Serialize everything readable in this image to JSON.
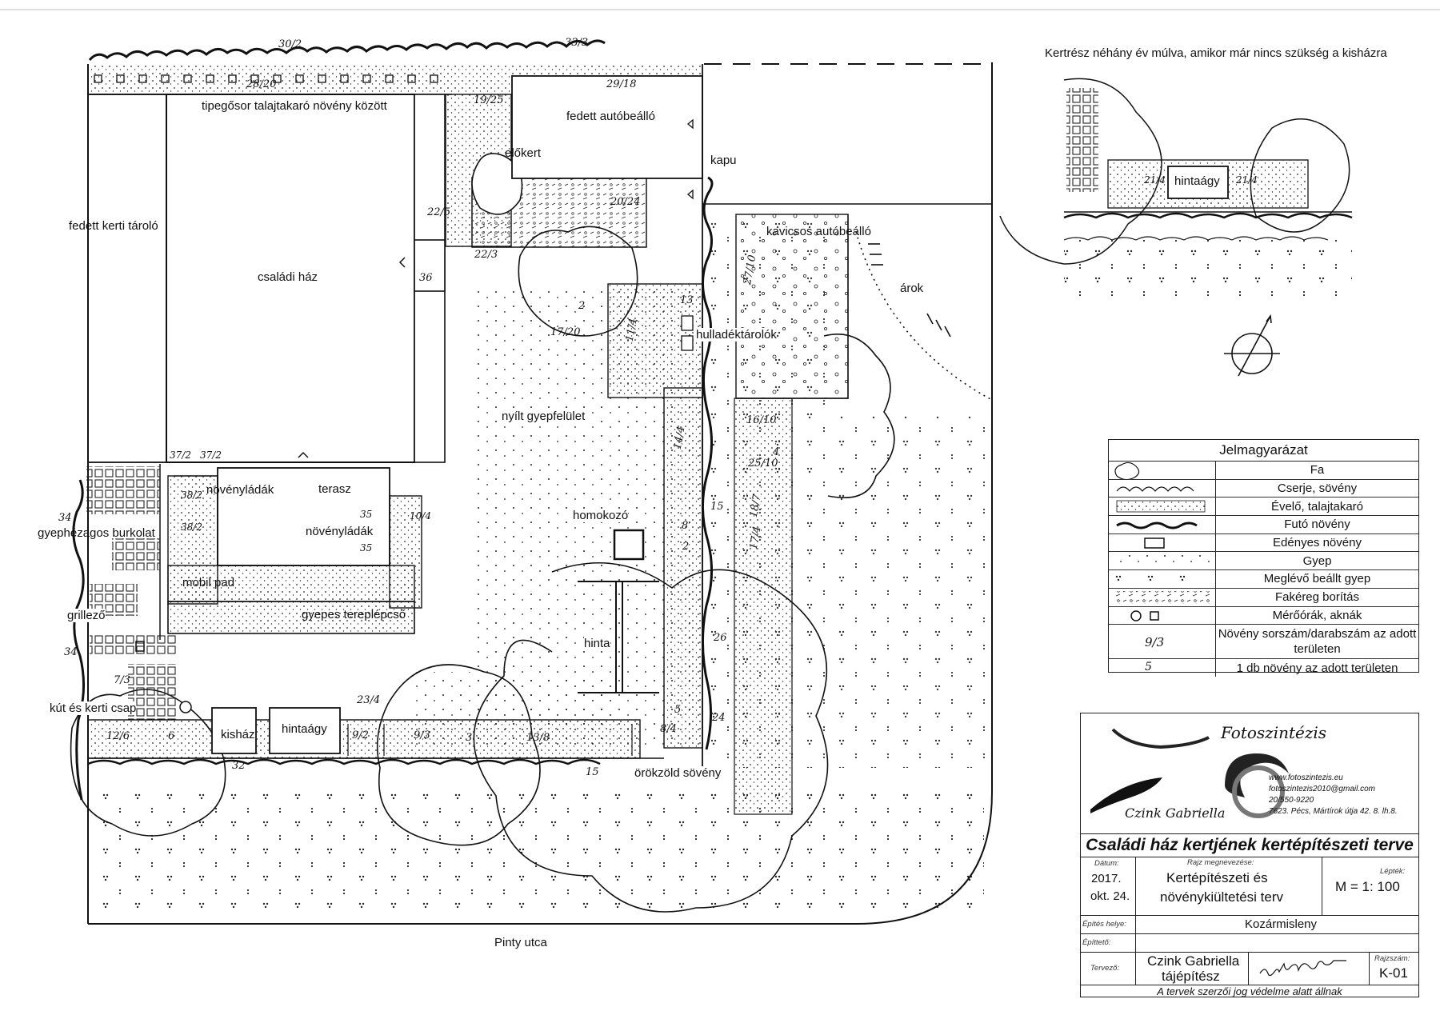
{
  "plan": {
    "lot_numbers": {
      "n30_2": "30/2",
      "n33_3": "33/3",
      "n28_20": "28/20",
      "n29_18": "29/18",
      "n19_25": "19/25",
      "n20_24": "20/24",
      "n22_5": "22/5",
      "n22_3": "22/3",
      "n36": "36",
      "n13": "13",
      "n27_10": "27/10",
      "n2": "2",
      "n4": "4",
      "n11_4": "11/4",
      "n17_20": "17/20",
      "n14_4": "14/4",
      "n16_10": "16/10",
      "n25_10": "25/10",
      "n18_7": "18/7",
      "n17_4": "17/4",
      "n15a": "15",
      "n8": "8",
      "n2b": "2",
      "n37_2a": "37/2",
      "n37_2b": "37/2",
      "n38_2a": "38/2",
      "n38_2b": "38/2",
      "n35a": "35",
      "n35b": "35",
      "n10_4": "10/4",
      "n34a": "34",
      "n34b": "34",
      "n7_3": "7/3",
      "n26": "26",
      "n24": "24",
      "n23_4": "23/4",
      "n9_2": "9/2",
      "n9_3": "9/3",
      "n3": "3",
      "n13_8": "13/8",
      "n8_4": "8/4",
      "n5": "5",
      "n12_6": "12/6",
      "n6": "6",
      "n32": "32",
      "n15b": "15"
    },
    "labels": {
      "tipegosor": "tipegősor talajtakaró növény között",
      "fedett_auto": "fedett autóbeálló",
      "kapu": "kapu",
      "elokert": "előkert",
      "fedett_tarolo": "fedett kerti tároló",
      "csaladi_haz": "családi ház",
      "kavicsos": "kavicsos autóbeálló",
      "arok": "árok",
      "hulladek": "hulladéktárolók",
      "nyilt_gyep": "nyílt gyepfelület",
      "novenyladak1": "növényládák",
      "terasz": "terasz",
      "novenyladak2": "növényládák",
      "homokozo": "homokozó",
      "gyephezagos": "gyephézagos burkolat",
      "mobil_pad": "mobil pad",
      "gyepes_tereplepcso": "gyepes tereplépcső",
      "grillezo": "grillező",
      "hinta": "hinta",
      "kut": "kút és kerti csap",
      "kishaz": "kisház",
      "hintaagy": "hintaágy",
      "orokzold": "örökzöld sövény",
      "pinty": "Pinty utca"
    }
  },
  "inset": {
    "title": "Kertrész néhány év múlva, amikor már nincs szükség a kisházra",
    "hintaagy": "hintaágy",
    "left_num": "21/4",
    "right_num": "21/4"
  },
  "legend": {
    "title": "Jelmagyarázat",
    "rows": [
      "Fa",
      "Cserje, sövény",
      "Évelő, talajtakaró",
      "Futó növény",
      "Edényes növény",
      "Gyep",
      "Meglévő beállt gyep",
      "Fakéreg borítás",
      "Mérőórák, aknák",
      "Növény sorszám/darabszám az adott területen",
      "1 db növény az adott területen"
    ],
    "sym_num": "9/3",
    "sym_single": "5"
  },
  "titleblock": {
    "logo_name": "Fotoszintézis",
    "designer_signature": "Czink Gabriella",
    "web": "www.fotoszintezis.eu",
    "email": "fotoszintezis2010@gmail.com",
    "phone": "20/550-9220",
    "address": "7623. Pécs, Mártírok útja 42. 8. lh.8.",
    "project": "Családi ház kertjének kertépítészeti terve",
    "date_cap": "Dátum:",
    "date_line1": "2017.",
    "date_line2": "okt. 24.",
    "drawing_cap": "Rajz megnevezése:",
    "drawing_line1": "Kertépítészeti és",
    "drawing_line2": "növénykiültetési terv",
    "scale_cap": "Lépték:",
    "scale": "M = 1: 100",
    "site_cap": "Építés helye:",
    "site": "Kozármisleny",
    "builder_cap": "Építtető:",
    "designer_cap": "Tervező:",
    "designer_line1": "Czink Gabriella",
    "designer_line2": "tájépítész",
    "sheet_cap": "Rajzszám:",
    "sheet": "K-01",
    "footer": "A tervek szerzői jog védelme alatt állnak"
  }
}
